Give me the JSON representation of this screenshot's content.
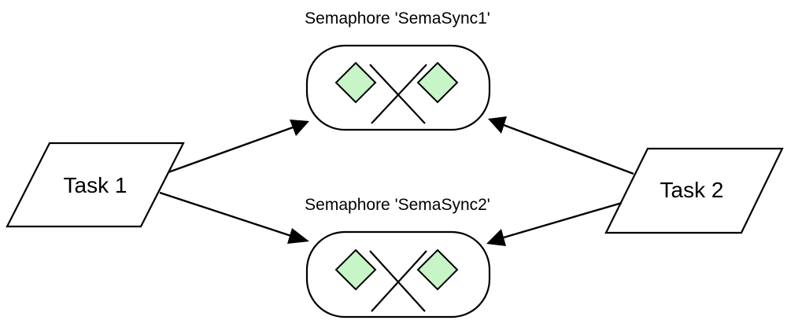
{
  "colors": {
    "flag_fill": "#c8f5c8",
    "stroke": "#000000",
    "background": "#ffffff"
  },
  "semaphores": [
    {
      "label": "Semaphore 'SemaSync1'",
      "icon": "crossed-flags-icon"
    },
    {
      "label": "Semaphore 'SemaSync2'",
      "icon": "crossed-flags-icon"
    }
  ],
  "tasks": [
    {
      "label": "Task 1"
    },
    {
      "label": "Task 2"
    }
  ],
  "edges": [
    {
      "from": "Task 1",
      "to": "Semaphore 'SemaSync1'"
    },
    {
      "from": "Task 1",
      "to": "Semaphore 'SemaSync2'"
    },
    {
      "from": "Task 2",
      "to": "Semaphore 'SemaSync1'"
    },
    {
      "from": "Task 2",
      "to": "Semaphore 'SemaSync2'"
    }
  ]
}
